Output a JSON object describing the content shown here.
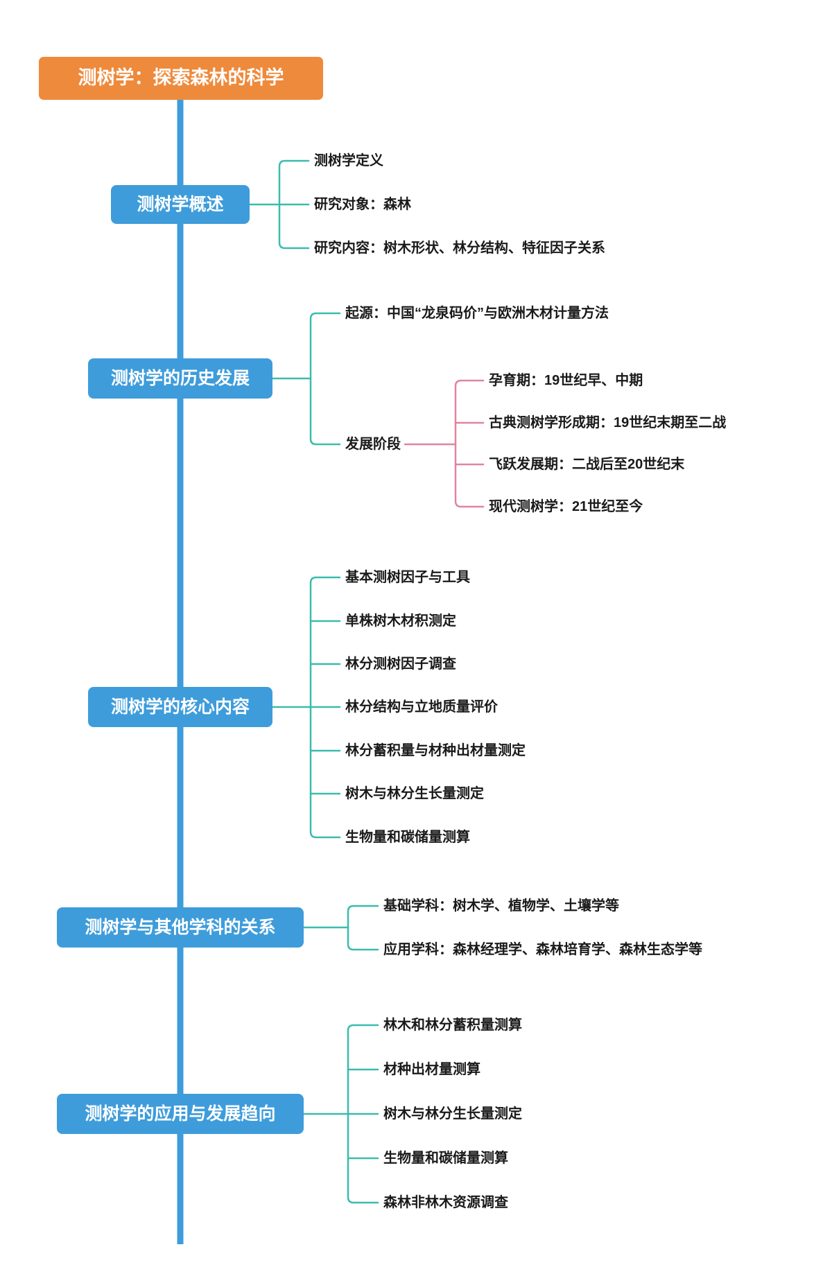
{
  "title": "测树学思维导图",
  "colors": {
    "root_bg": "#EE8A3C",
    "topic_bg": "#3E9CDB",
    "spine": "#3E9CDB",
    "branch_teal": "#3ABCAC",
    "branch_pink": "#E0849E",
    "leaf_text": "#1A1A1A",
    "topic_text": "#FFFFFF"
  },
  "root": {
    "label": "测树学：探索森林的科学"
  },
  "nodes": [
    {
      "label": "测树学概述",
      "children": [
        {
          "label": "测树学定义"
        },
        {
          "label": "研究对象：森林"
        },
        {
          "label": "研究内容：树木形状、林分结构、特征因子关系"
        }
      ]
    },
    {
      "label": "测树学的历史发展",
      "children": [
        {
          "label": "起源：中国“龙泉码价”与欧洲木材计量方法"
        },
        {
          "label": "发展阶段",
          "children": [
            {
              "label": "孕育期：19世纪早、中期"
            },
            {
              "label": "古典测树学形成期：19世纪末期至二战"
            },
            {
              "label": "飞跃发展期：二战后至20世纪末"
            },
            {
              "label": "现代测树学：21世纪至今"
            }
          ]
        }
      ]
    },
    {
      "label": "测树学的核心内容",
      "children": [
        {
          "label": "基本测树因子与工具"
        },
        {
          "label": "单株树木材积测定"
        },
        {
          "label": "林分测树因子调查"
        },
        {
          "label": "林分结构与立地质量评价"
        },
        {
          "label": "林分蓄积量与材种出材量测定"
        },
        {
          "label": "树木与林分生长量测定"
        },
        {
          "label": "生物量和碳储量测算"
        }
      ]
    },
    {
      "label": "测树学与其他学科的关系",
      "children": [
        {
          "label": "基础学科：树木学、植物学、土壤学等"
        },
        {
          "label": "应用学科：森林经理学、森林培育学、森林生态学等"
        }
      ]
    },
    {
      "label": "测树学的应用与发展趋向",
      "children": [
        {
          "label": "林木和林分蓄积量测算"
        },
        {
          "label": "材种出材量测算"
        },
        {
          "label": "树木与林分生长量测定"
        },
        {
          "label": "生物量和碳储量测算"
        },
        {
          "label": "森林非林木资源调查"
        }
      ]
    }
  ]
}
